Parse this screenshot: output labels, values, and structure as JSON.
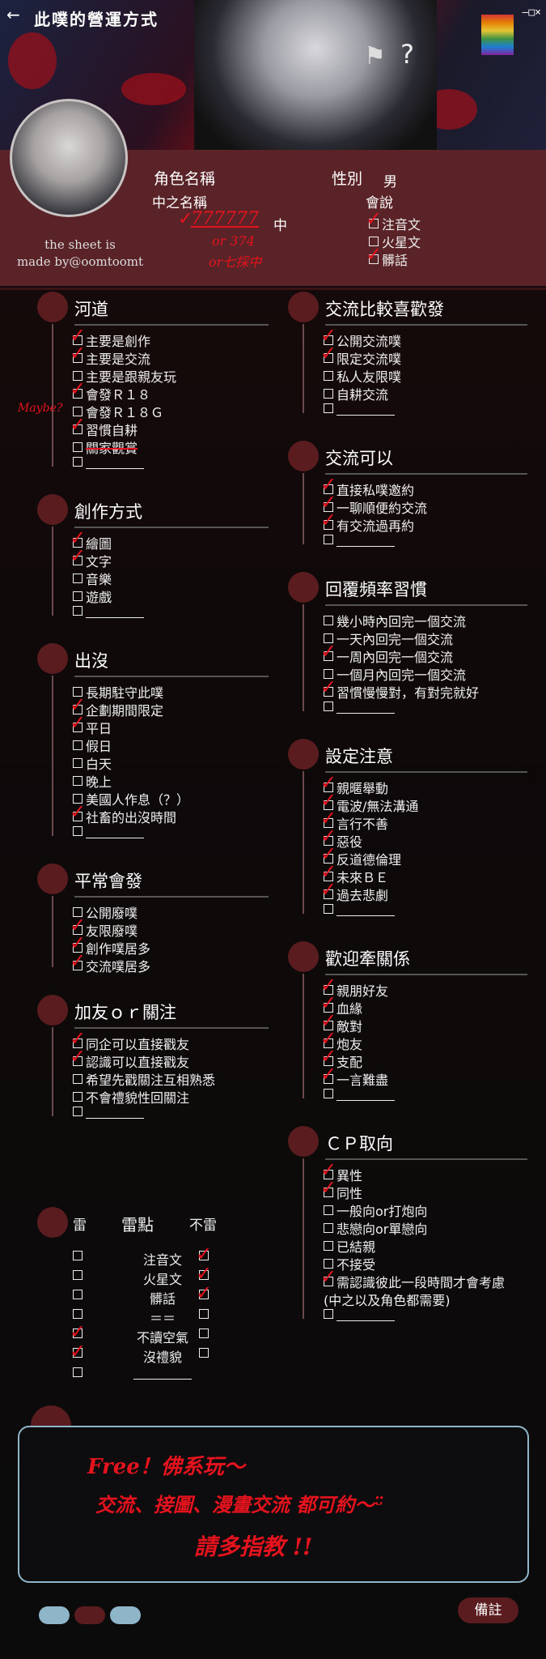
{
  "window": {
    "back": "←",
    "title": "此噗的營運方式",
    "controls": "–□×"
  },
  "header": {
    "flag": "⚑",
    "qmark": "?"
  },
  "profile": {
    "credit_line1": "the sheet is",
    "credit_line2": "made by@oomtoomt",
    "name_label": "角色名稱",
    "cn_name_label": "中之名稱",
    "cn_name_value": "777777",
    "cn_suffix": "中",
    "hand_alt1": "or 374",
    "hand_alt2": "or七採中",
    "gender_label": "性別",
    "gender_value": "男",
    "speak_label": "會說",
    "speak_opts": [
      "注音文",
      "火星文",
      "髒話"
    ]
  },
  "left_sections": [
    {
      "title": "河道",
      "items": [
        {
          "text": "主要是創作",
          "checked": true
        },
        {
          "text": "主要是交流",
          "checked": true
        },
        {
          "text": "主要是跟親友玩",
          "checked": false
        },
        {
          "text": "會發Ｒ１８",
          "checked": true
        },
        {
          "text": "會發Ｒ１８Ｇ",
          "checked": false
        },
        {
          "text": "習慣自耕",
          "checked": true
        },
        {
          "text": "關家觀賞",
          "checked": false,
          "struck": true
        },
        {
          "text": "",
          "checked": false,
          "blank": true
        }
      ],
      "side_note": "Maybe?"
    },
    {
      "title": "創作方式",
      "items": [
        {
          "text": "繪圖",
          "checked": true
        },
        {
          "text": "文字",
          "checked": true
        },
        {
          "text": "音樂",
          "checked": false
        },
        {
          "text": "遊戲",
          "checked": false
        },
        {
          "text": "",
          "checked": false,
          "blank": true
        }
      ]
    },
    {
      "title": "出沒",
      "items": [
        {
          "text": "長期駐守此噗",
          "checked": false
        },
        {
          "text": "企劃期間限定",
          "checked": true
        },
        {
          "text": "平日",
          "checked": true
        },
        {
          "text": "假日",
          "checked": false
        },
        {
          "text": "白天",
          "checked": false
        },
        {
          "text": "晚上",
          "checked": false
        },
        {
          "text": "美國人作息（？）",
          "checked": false
        },
        {
          "text": "社畜的出沒時間",
          "checked": true
        },
        {
          "text": "",
          "checked": false,
          "blank": true
        }
      ]
    },
    {
      "title": "平常會發",
      "items": [
        {
          "text": "公開廢噗",
          "checked": false
        },
        {
          "text": "友限廢噗",
          "checked": true
        },
        {
          "text": "創作噗居多",
          "checked": true
        },
        {
          "text": "交流噗居多",
          "checked": true
        }
      ]
    },
    {
      "title": "加友ｏｒ關注",
      "items": [
        {
          "text": "同企可以直接戳友",
          "checked": true
        },
        {
          "text": "認識可以直接戳友",
          "checked": true
        },
        {
          "text": "希望先戳關注互相熟悉",
          "checked": false
        },
        {
          "text": "不會禮貌性回關注",
          "checked": false
        },
        {
          "text": "",
          "checked": false,
          "blank": true
        }
      ]
    }
  ],
  "leimen": {
    "col_lei": "雷",
    "col_title": "雷點",
    "col_bulei": "不雷",
    "rows": [
      {
        "label": "注音文",
        "lei": false,
        "bulei": true
      },
      {
        "label": "火星文",
        "lei": false,
        "bulei": true
      },
      {
        "label": "髒話",
        "lei": false,
        "bulei": true
      },
      {
        "label": "＝＝",
        "lei": false,
        "bulei": false
      },
      {
        "label": "不讀空氣",
        "lei": true,
        "bulei": false
      },
      {
        "label": "沒禮貌",
        "lei": true,
        "bulei": false
      },
      {
        "label": "",
        "lei": false,
        "bulei": false,
        "blank": true
      }
    ]
  },
  "right_sections": [
    {
      "title": "交流比較喜歡發",
      "items": [
        {
          "text": "公開交流噗",
          "checked": true
        },
        {
          "text": "限定交流噗",
          "checked": true
        },
        {
          "text": "私人友限噗",
          "checked": false
        },
        {
          "text": "自耕交流",
          "checked": false
        },
        {
          "text": "",
          "checked": false,
          "blank": true
        }
      ]
    },
    {
      "title": "交流可以",
      "items": [
        {
          "text": "直接私噗邀約",
          "checked": true
        },
        {
          "text": "一聊順便約交流",
          "checked": true
        },
        {
          "text": "有交流過再約",
          "checked": true
        },
        {
          "text": "",
          "checked": false,
          "blank": true
        }
      ]
    },
    {
      "title": "回覆頻率習慣",
      "items": [
        {
          "text": "幾小時內回完一個交流",
          "checked": false
        },
        {
          "text": "一天內回完一個交流",
          "checked": false
        },
        {
          "text": "一周內回完一個交流",
          "checked": true
        },
        {
          "text": "一個月內回完一個交流",
          "checked": false
        },
        {
          "text": "習慣慢慢對，有對完就好",
          "checked": true
        },
        {
          "text": "",
          "checked": false,
          "blank": true
        }
      ]
    },
    {
      "title": "設定注意",
      "items": [
        {
          "text": "親暱舉動",
          "checked": true
        },
        {
          "text": "電波/無法溝通",
          "checked": true
        },
        {
          "text": "言行不善",
          "checked": true
        },
        {
          "text": "惡役",
          "checked": true
        },
        {
          "text": "反道德倫理",
          "checked": true
        },
        {
          "text": "未來ＢＥ",
          "checked": true
        },
        {
          "text": "過去悲劇",
          "checked": true
        },
        {
          "text": "",
          "checked": false,
          "blank": true
        }
      ]
    },
    {
      "title": "歡迎牽關係",
      "items": [
        {
          "text": "親朋好友",
          "checked": true
        },
        {
          "text": "血緣",
          "checked": true
        },
        {
          "text": "敵對",
          "checked": true
        },
        {
          "text": "炮友",
          "checked": true
        },
        {
          "text": "支配",
          "checked": true
        },
        {
          "text": "一言難盡",
          "checked": true
        },
        {
          "text": "",
          "checked": false,
          "blank": true
        }
      ]
    },
    {
      "title": "ＣＰ取向",
      "items": [
        {
          "text": "異性",
          "checked": true
        },
        {
          "text": "同性",
          "checked": true
        },
        {
          "text": "一般向or打炮向",
          "checked": false
        },
        {
          "text": "悲戀向or單戀向",
          "checked": false
        },
        {
          "text": "已結親",
          "checked": false
        },
        {
          "text": "不接受",
          "checked": false
        },
        {
          "text": "需認識彼此一段時間才會考慮",
          "checked": true
        },
        {
          "text": "(中之以及角色都需要)",
          "checked": false,
          "nobox": true
        },
        {
          "text": "",
          "checked": false,
          "blank": true
        }
      ]
    }
  ],
  "note": {
    "line1": "Free！佛系玩～",
    "line2": "交流、接圖、漫畫交流 都可約～ᵕ̈",
    "line3": "請多指教 !!"
  },
  "footer": {
    "memo": "備註"
  },
  "colors": {
    "accent_red": "#e5131d",
    "band": "#5a2328",
    "dot": "#5a1c1f",
    "note_border": "#8fb5c9"
  }
}
